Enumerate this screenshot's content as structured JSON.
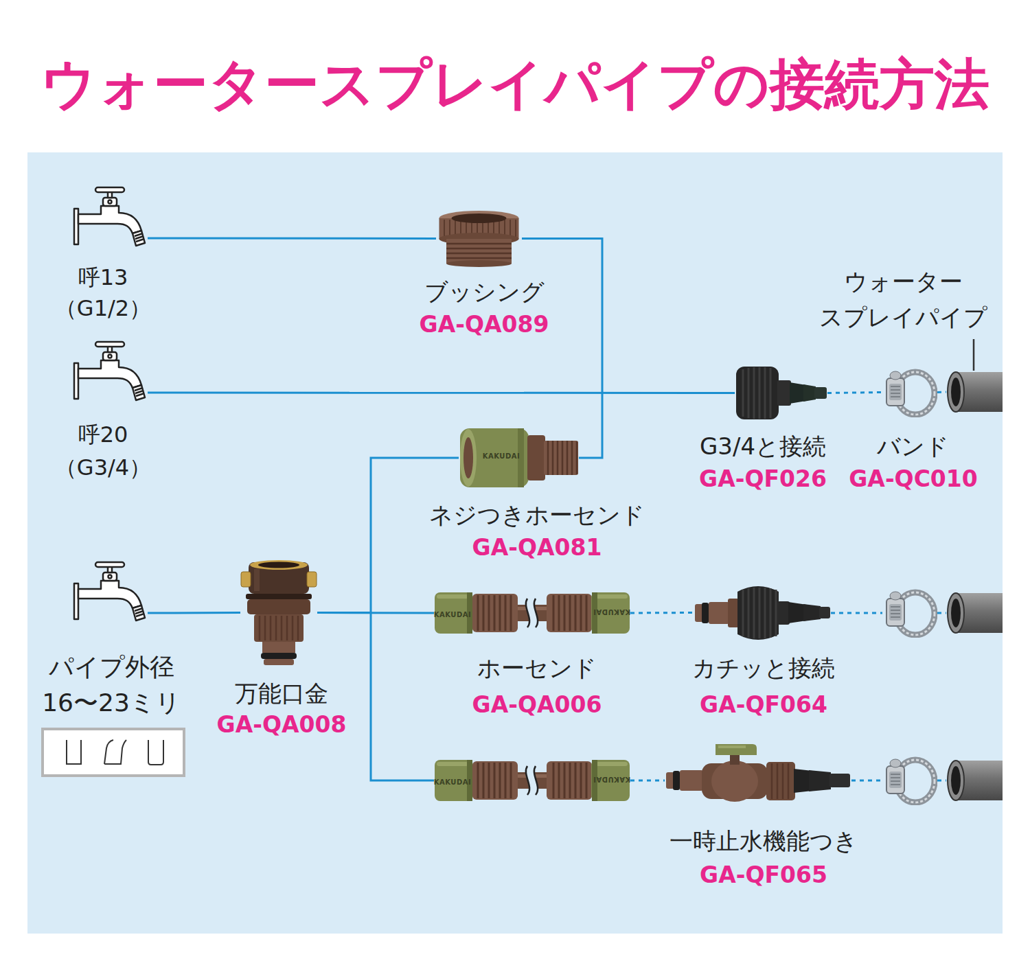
{
  "diagram": {
    "title": "ウォータースプレイパイプの接続方法",
    "nodes": [
      {
        "text": [
          "呼13 （G1/2）"
        ]
      },
      {
        "text": [
          "ブッシング",
          "GA-QA089"
        ]
      },
      {
        "text": [
          "呼20 （G3/4）"
        ]
      },
      {
        "text": [
          "G3/4と接続",
          "GA-QF026"
        ]
      },
      {
        "text": [
          "バンド",
          "GA-QC010"
        ]
      },
      {
        "text": [
          "ウォーター スプレイパイプ"
        ]
      },
      {
        "text": [
          "ネジつきホーセンド",
          "GA-QA081"
        ]
      },
      {
        "text": [
          "パイプ外径 16〜23ミリ"
        ]
      },
      {
        "text": [
          "万能口金",
          "GA-QA008"
        ]
      },
      {
        "text": [
          "ホーセンド",
          "GA-QA006"
        ]
      },
      {
        "text": [
          "カチッと接続",
          "GA-QF064"
        ]
      },
      {
        "text": [
          "一時止水機能つき",
          "GA-QF065"
        ]
      }
    ],
    "edges": [
      {
        "from": 0,
        "to": 1,
        "arrow": "none"
      },
      {
        "from": 1,
        "to": 6,
        "arrow": "none"
      },
      {
        "from": 2,
        "to": 3,
        "arrow": "none"
      },
      {
        "from": 3,
        "to": 4,
        "arrow": "none"
      },
      {
        "from": 4,
        "to": 5,
        "arrow": "none"
      },
      {
        "from": 7,
        "to": 8,
        "arrow": "none"
      },
      {
        "from": 8,
        "to": 6,
        "arrow": "none"
      },
      {
        "from": 8,
        "to": 9,
        "arrow": "none"
      },
      {
        "from": 9,
        "to": 10,
        "arrow": "none"
      }
    ],
    "labels": [
      "KAKUDAI",
      "KAKUDAI",
      "KAKUDAI",
      "KAKUDAI",
      "KAKUDAI"
    ]
  }
}
